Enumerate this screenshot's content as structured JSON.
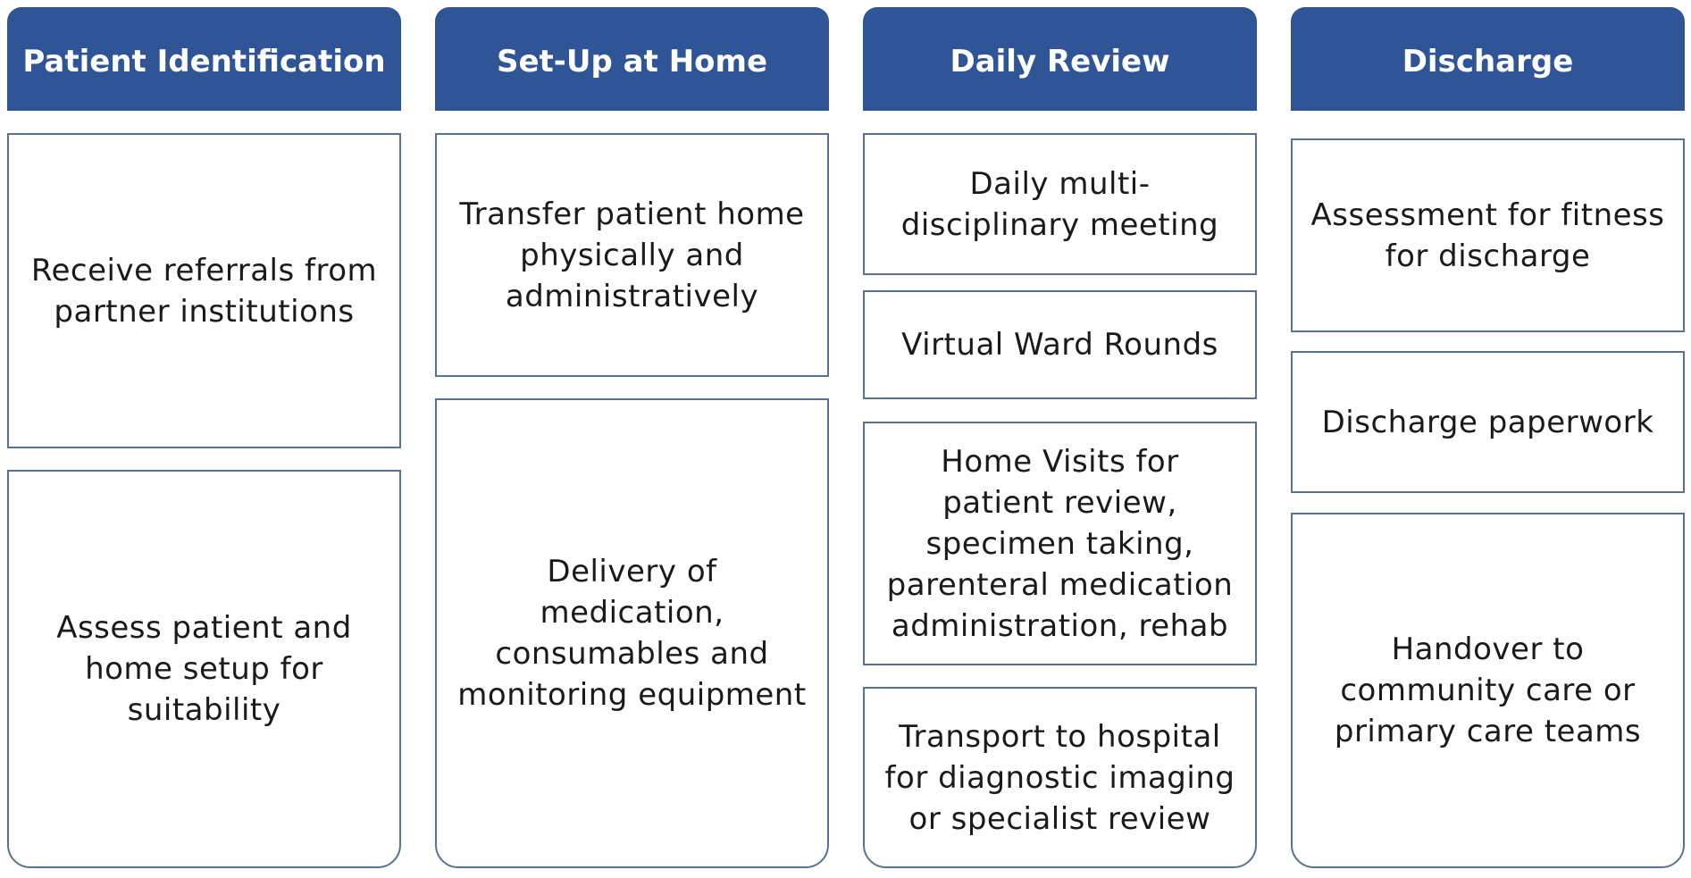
{
  "columns": [
    {
      "header": "Patient Identification",
      "boxes": [
        "Receive referrals from partner institutions",
        "Assess patient and home setup for suitability"
      ]
    },
    {
      "header": "Set-Up at Home",
      "boxes": [
        "Transfer patient home physically and administratively",
        "Delivery of medication, consumables and monitoring equipment"
      ]
    },
    {
      "header": "Daily Review",
      "boxes": [
        "Daily multi-disciplinary meeting",
        "Virtual Ward Rounds",
        "Home Visits for patient review, specimen taking, parenteral medication administration, rehab",
        "Transport to hospital for diagnostic imaging or specialist review"
      ]
    },
    {
      "header": "Discharge",
      "boxes": [
        "Assessment for fitness for discharge",
        "Discharge paperwork",
        "Handover to community care or primary care teams"
      ]
    }
  ]
}
